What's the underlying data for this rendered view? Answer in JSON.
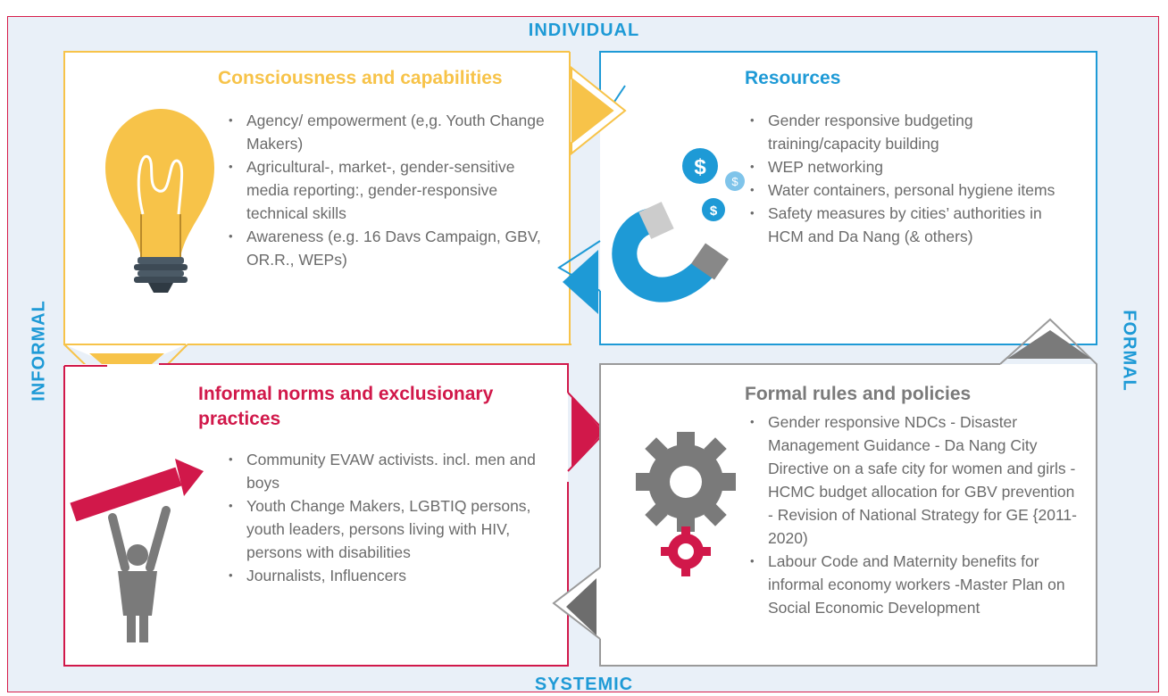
{
  "axes": {
    "top": "INDIVIDUAL",
    "bottom": "SYSTEMIC",
    "left": "INFORMAL",
    "right": "FORMAL"
  },
  "quadrants": {
    "consciousness": {
      "title": "Consciousness and capabilities",
      "items": [
        "Agency/ empowerment (e,g. Youth Change Makers)",
        "Agricultural-, market-, gender-sensitive media reporting:, gender-responsive technical skills",
        "Awareness (e.g. 16 Davs Campaign, GBV, OR.R., WEPs)"
      ]
    },
    "resources": {
      "title": "Resources",
      "items": [
        "Gender responsive budgeting training/capacity building",
        "WEP networking",
        "Water containers, personal hygiene items",
        "Safety measures by cities’ authorities in HCM and Da Nang (& others)"
      ]
    },
    "informal_norms": {
      "title_line1": "Informal norms and exclusionary",
      "title_line2": "practices",
      "items": [
        "Community EVAW activists. incl. men and boys",
        "Youth Change Makers, LGBTIQ persons, youth leaders, persons living with HIV, persons with disabilities",
        "Journalists, Influencers"
      ]
    },
    "formal_rules": {
      "title": "Formal rules and policies",
      "items": [
        "Gender responsive NDCs - Disaster Management Guidance - Da Nang City Directive on a safe city for women and girls -HCMC budget allocation for GBV prevention - Revision of National Strategy for GE {2011-2020)",
        "Labour Code and Maternity benefits for informal economy workers -Master Plan on Social Economic Development"
      ]
    }
  },
  "icons": [
    "lightbulb-icon",
    "magnet-coins-icon",
    "person-arrow-icon",
    "gears-icon"
  ],
  "colors": {
    "yellow": "#f7c349",
    "blue": "#1e9ad6",
    "red": "#d1184a",
    "gray": "#7a7a7a",
    "background": "#e9f0f8"
  }
}
